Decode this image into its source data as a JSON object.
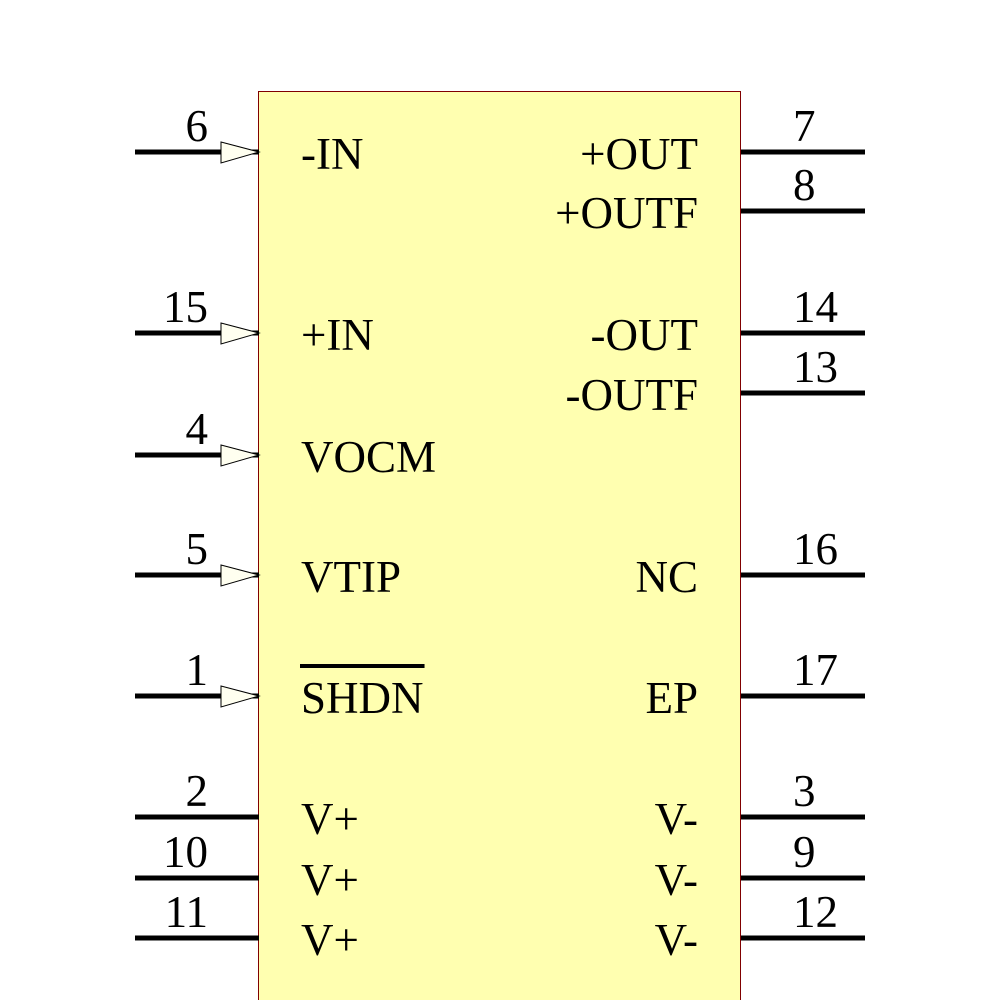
{
  "component": {
    "body_fill": "#FFFFB0",
    "body_border": "#800000",
    "pin_color": "#000000",
    "arrow_fill": "#FFFFF0",
    "left_pins": [
      {
        "number": "6",
        "name": "-IN",
        "input_arrow": true,
        "overbar": false
      },
      {
        "number": "15",
        "name": "+IN",
        "input_arrow": true,
        "overbar": false
      },
      {
        "number": "4",
        "name": "VOCM",
        "input_arrow": true,
        "overbar": false
      },
      {
        "number": "5",
        "name": "VTIP",
        "input_arrow": true,
        "overbar": false
      },
      {
        "number": "1",
        "name": "SHDN",
        "input_arrow": true,
        "overbar": true
      },
      {
        "number": "2",
        "name": "V+",
        "input_arrow": false,
        "overbar": false
      },
      {
        "number": "10",
        "name": "V+",
        "input_arrow": false,
        "overbar": false
      },
      {
        "number": "11",
        "name": "V+",
        "input_arrow": false,
        "overbar": false
      }
    ],
    "right_pins": [
      {
        "number": "7",
        "name": "+OUT"
      },
      {
        "number": "8",
        "name": "+OUTF"
      },
      {
        "number": "14",
        "name": "-OUT"
      },
      {
        "number": "13",
        "name": "-OUTF"
      },
      {
        "number": "16",
        "name": "NC"
      },
      {
        "number": "17",
        "name": "EP"
      },
      {
        "number": "3",
        "name": "V-"
      },
      {
        "number": "9",
        "name": "V-"
      },
      {
        "number": "12",
        "name": "V-"
      }
    ]
  }
}
